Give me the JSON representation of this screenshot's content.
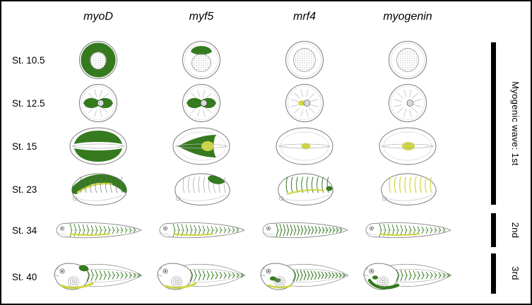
{
  "figure": {
    "columns": [
      {
        "label": "myoD"
      },
      {
        "label": "myf5"
      },
      {
        "label": "mrf4"
      },
      {
        "label": "myogenin"
      }
    ],
    "rows": [
      {
        "label": "St. 10.5",
        "stage": "gastrula"
      },
      {
        "label": "St. 12.5",
        "stage": "late_gastrula"
      },
      {
        "label": "St. 15",
        "stage": "neurula"
      },
      {
        "label": "St. 23",
        "stage": "tailbud"
      },
      {
        "label": "St. 34",
        "stage": "larva"
      },
      {
        "label": "St. 40",
        "stage": "tadpole"
      }
    ],
    "expression_grid": [
      [
        "marginal_ring_green",
        "dorsal_patch_green",
        "none",
        "none"
      ],
      [
        "bilateral_band_green",
        "bilateral_band_green",
        "center_spot_yellow",
        "none"
      ],
      [
        "paraxial_broad_green",
        "wedge_green_center_yellow",
        "center_spot_yellow_small",
        "center_spot_yellow"
      ],
      [
        "dorsal_band_green_yellow",
        "posterior_patch_green",
        "somite_lines_green_tailbud",
        "somite_lines_yellow"
      ],
      [
        "chevrons_green_yellow_streak",
        "chevrons_green_yellow_streak",
        "chevrons_green_dense",
        "chevrons_green_yellow_streak"
      ],
      [
        "head_patch_green_yellow_streak",
        "yellow_streak_chevrons_green",
        "branchial_green_yellow_streak",
        "ventral_crescent_green"
      ]
    ],
    "waves": [
      {
        "label": "Myogenic wave: 1st"
      },
      {
        "label": "2nd"
      },
      {
        "label": "3rd"
      }
    ],
    "palette": {
      "dark_green": "#357a1f",
      "yellow_green": "#cfd63e",
      "outline": "#7a7a7a",
      "stipple": "#9a9a9a",
      "annotation_bar": "#000000"
    }
  }
}
